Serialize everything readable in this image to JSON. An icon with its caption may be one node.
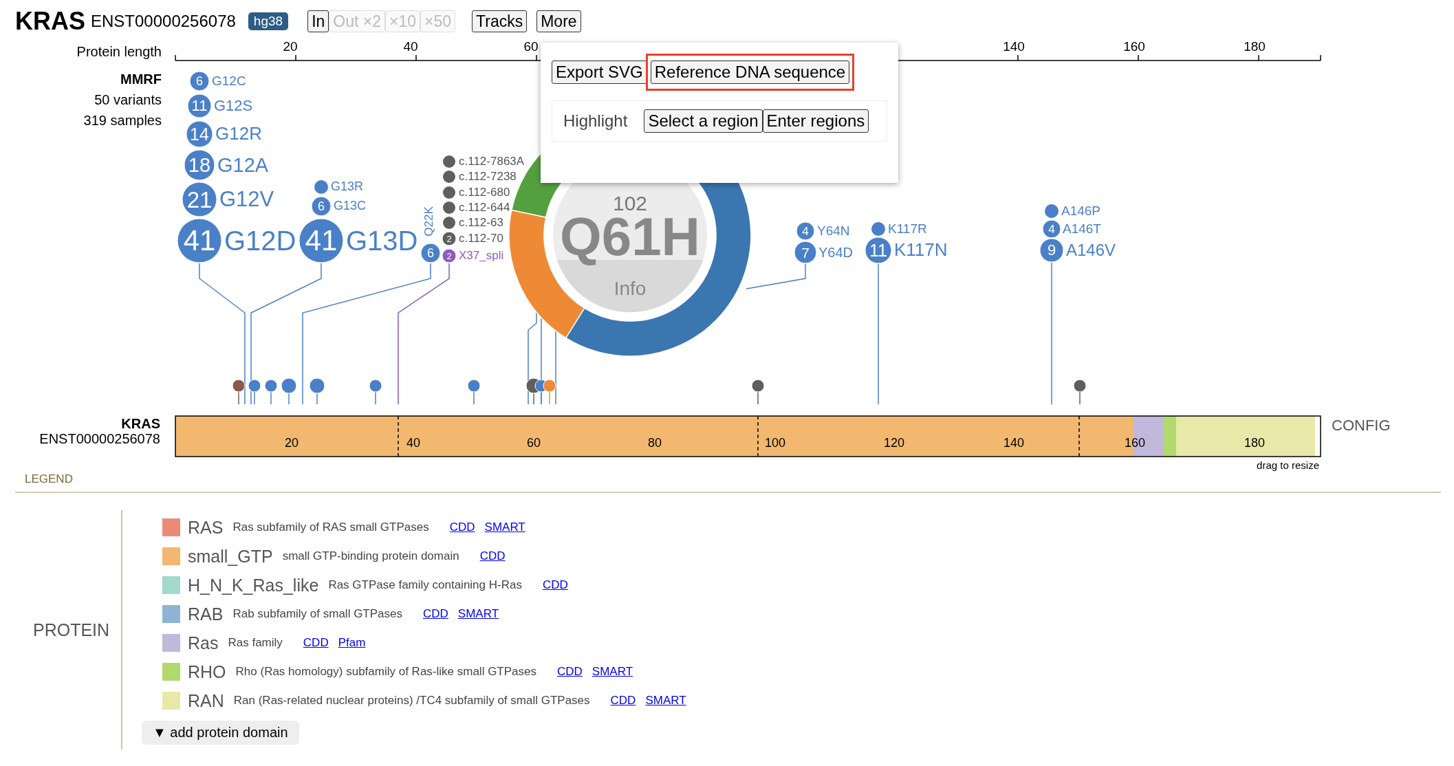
{
  "diagram": {
    "labels": [
      "KRAS",
      "ENST00000256078",
      "hg38",
      "In",
      "Out ×2",
      "×10",
      "×50",
      "Tracks",
      "More",
      "Protein length",
      "20",
      "40",
      "60",
      "140",
      "160",
      "180",
      "MMRF",
      "50 variants",
      "319 samples",
      "6",
      "G12C",
      "11",
      "G12S",
      "14",
      "G12R",
      "18",
      "G12A",
      "21",
      "G12V",
      "41",
      "G12D",
      "G13R",
      "6",
      "G13C",
      "41",
      "G13D",
      "Q22K",
      "6",
      "c.112-7863A",
      "c.112-7238",
      "c.112-680",
      "c.112-644",
      "c.112-63",
      "2",
      "c.112-70",
      "2",
      "X37_spli",
      "102",
      "Q61H",
      "Info",
      "Export SVG",
      "Reference DNA sequence",
      "Highlight",
      "Select a region",
      "Enter regions",
      "4",
      "Y64N",
      "K117R",
      "7",
      "Y64D",
      "11",
      "K117N",
      "A146P",
      "4",
      "A146T",
      "9",
      "A146V",
      "KRAS",
      "ENST00000256078",
      "20",
      "40",
      "60",
      "80",
      "100",
      "120",
      "140",
      "160",
      "180",
      "CONFIG",
      "drag to resize",
      "LEGEND",
      "PROTEIN",
      "Ras subfamily of RAS small GTPases",
      "CDD",
      "SMART",
      "small GTP-binding protein domain",
      "CDD",
      "Ras GTPase family containing H-Ras",
      "CDD",
      "Rab subfamily of small GTPases",
      "CDD",
      "SMART",
      "Ras family",
      "CDD",
      "Pfam",
      "Rho (Ras homology) subfamily of Ras-like small GTPases",
      "CDD",
      "SMART",
      "Ran (Ras-related nuclear proteins) /TC4 subfamily of small GTPases",
      "CDD",
      "SMART",
      "▼ add protein domain"
    ],
    "legend": [
      {
        "text": "RAS",
        "color": "#ec8a7a"
      },
      {
        "text": "small_GTP",
        "color": "#f2b870"
      },
      {
        "text": "H_N_K_Ras_like",
        "color": "#a3d8cc"
      },
      {
        "text": "RAB",
        "color": "#8fb3d4"
      },
      {
        "text": "Ras",
        "color": "#c0b9dc"
      },
      {
        "text": "RHO",
        "color": "#b2d96e"
      },
      {
        "text": "RAN",
        "color": "#e8e8a8"
      }
    ]
  }
}
